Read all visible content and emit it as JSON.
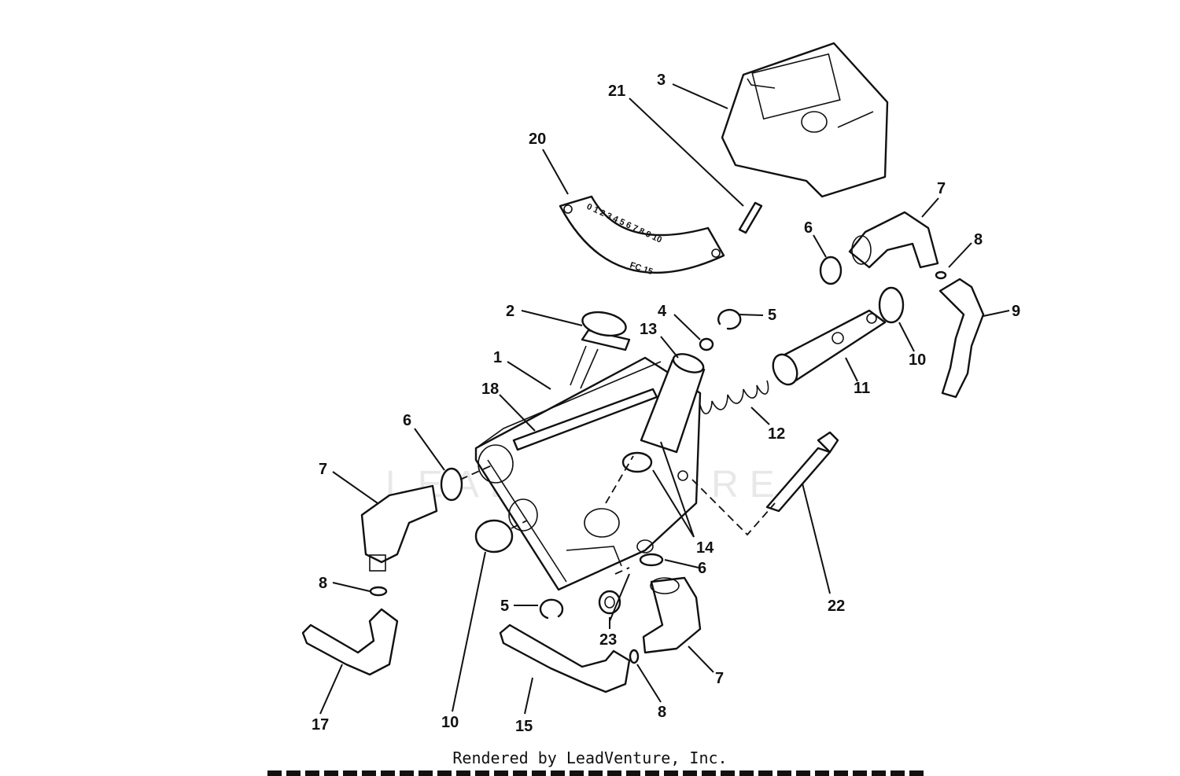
{
  "diagram": {
    "watermark": "LEADVENTURE",
    "footer_credit": "Rendered by LeadVenture, Inc.",
    "scale_text": {
      "numbers": "0 1 2 3 4 5 6 7 8 9 10",
      "label": "FC 15"
    },
    "callouts": {
      "c1": "1",
      "c2": "2",
      "c3": "3",
      "c4": "4",
      "c5a": "5",
      "c5b": "5",
      "c6a": "6",
      "c6b": "6",
      "c6c": "6",
      "c7a": "7",
      "c7b": "7",
      "c7c": "7",
      "c8a": "8",
      "c8b": "8",
      "c8c": "8",
      "c9": "9",
      "c10a": "10",
      "c10b": "10",
      "c11": "11",
      "c12": "12",
      "c13": "13",
      "c14": "14",
      "c15": "15",
      "c17": "17",
      "c18": "18",
      "c20": "20",
      "c21": "21",
      "c22": "22",
      "c23": "23"
    }
  }
}
